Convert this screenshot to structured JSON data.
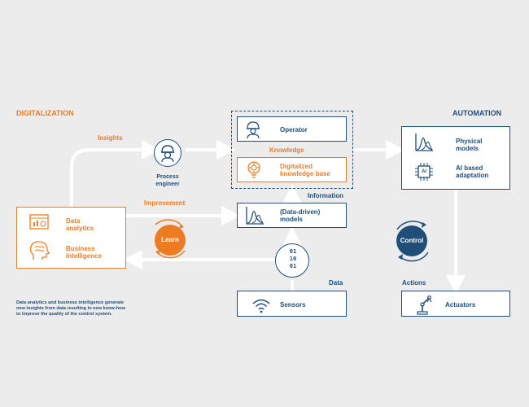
{
  "headings": {
    "digitalization": "DIGITALIZATION",
    "automation": "AUTOMATION"
  },
  "flow_labels": {
    "insights": "Insights",
    "improvement": "Improvement",
    "knowledge": "Knowledge",
    "information": "Information",
    "data": "Data",
    "actions": "Actions"
  },
  "nodes": {
    "process_engineer": [
      "Process",
      "engineer"
    ],
    "operator": "Operator",
    "digitalized_kb": [
      "Digitalized",
      "knowledge base"
    ],
    "data_driven_models": [
      "(Data-driven)",
      "models"
    ],
    "sensors": "Sensors",
    "data_analytics": [
      "Data",
      "analytics"
    ],
    "business_intelligence": [
      "Business",
      "Intelligence"
    ],
    "physical_models": [
      "Physical",
      "models"
    ],
    "ai_adaptation": [
      "AI based",
      "adaptation"
    ],
    "actuators": "Actuators",
    "ai_chip": "AI",
    "binary": [
      "01",
      "10",
      "01"
    ]
  },
  "cycles": {
    "learn": "Learn",
    "control": "Control"
  },
  "note": [
    "Data analytics and business intelligence generate",
    "new insights from data resulting in new know-how",
    "to improve the quality of the control system."
  ],
  "colors": {
    "navy": "#1f4e79",
    "orange": "#ee7b22",
    "arrow": "#ffffff",
    "background": "#ececec"
  }
}
